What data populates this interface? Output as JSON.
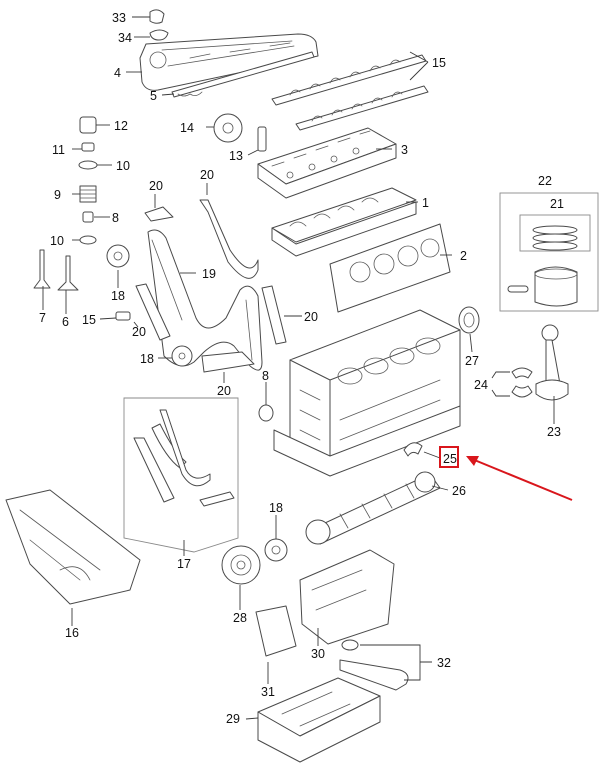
{
  "diagram": {
    "callouts": [
      {
        "id": "c33",
        "number": "33"
      },
      {
        "id": "c34",
        "number": "34"
      },
      {
        "id": "c4",
        "number": "4"
      },
      {
        "id": "c5",
        "number": "5"
      },
      {
        "id": "c15",
        "number": "15"
      },
      {
        "id": "c12",
        "number": "12"
      },
      {
        "id": "c14",
        "number": "14"
      },
      {
        "id": "c11",
        "number": "11"
      },
      {
        "id": "c10a",
        "number": "10"
      },
      {
        "id": "c13",
        "number": "13"
      },
      {
        "id": "c3",
        "number": "3"
      },
      {
        "id": "c9",
        "number": "9"
      },
      {
        "id": "c20a",
        "number": "20"
      },
      {
        "id": "c20b",
        "number": "20"
      },
      {
        "id": "c22",
        "number": "22"
      },
      {
        "id": "c8",
        "number": "8"
      },
      {
        "id": "c1",
        "number": "1"
      },
      {
        "id": "c21",
        "number": "21"
      },
      {
        "id": "c10b",
        "number": "10"
      },
      {
        "id": "c2",
        "number": "2"
      },
      {
        "id": "c19",
        "number": "19"
      },
      {
        "id": "c18a",
        "number": "18"
      },
      {
        "id": "c7",
        "number": "7"
      },
      {
        "id": "c6",
        "number": "6"
      },
      {
        "id": "c15b",
        "number": "15"
      },
      {
        "id": "c20c",
        "number": "20"
      },
      {
        "id": "c20d",
        "number": "20"
      },
      {
        "id": "c27",
        "number": "27"
      },
      {
        "id": "c18b",
        "number": "18"
      },
      {
        "id": "c20e",
        "number": "20"
      },
      {
        "id": "c24",
        "number": "24"
      },
      {
        "id": "c8b",
        "number": "8"
      },
      {
        "id": "c23",
        "number": "23"
      },
      {
        "id": "c25",
        "number": "25"
      },
      {
        "id": "c26",
        "number": "26"
      },
      {
        "id": "c17",
        "number": "17"
      },
      {
        "id": "c18c",
        "number": "18"
      },
      {
        "id": "c16",
        "number": "16"
      },
      {
        "id": "c28",
        "number": "28"
      },
      {
        "id": "c30",
        "number": "30"
      },
      {
        "id": "c32",
        "number": "32"
      },
      {
        "id": "c31",
        "number": "31"
      },
      {
        "id": "c29",
        "number": "29"
      }
    ],
    "highlight": {
      "target": "25",
      "box_color": "#d9161c",
      "arrow_color": "#d9161c"
    },
    "colors": {
      "line": "#4a4a4a",
      "text": "#111111",
      "background": "#ffffff"
    }
  }
}
